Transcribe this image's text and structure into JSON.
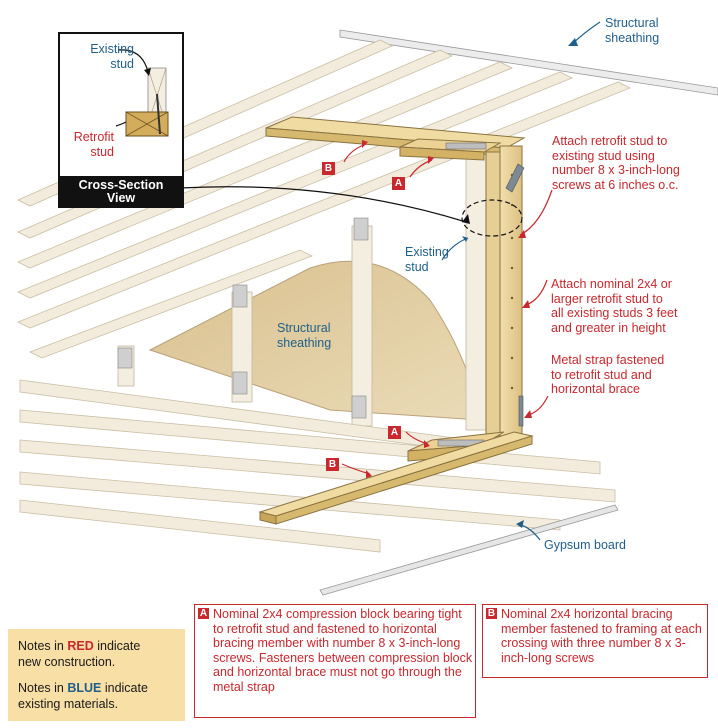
{
  "labels": {
    "structural_sheathing_top": "Structural\nsheathing",
    "existing_stud_inset": "Existing\nstud",
    "retrofit_stud_inset": "Retrofit\nstud",
    "cross_section_title": "Cross-Section\nView",
    "attach_retrofit_note": "Attach retrofit stud to\nexisting stud using\nnumber 8 x 3-inch-long\nscrews at 6 inches o.c.",
    "existing_stud_main": "Existing\nstud",
    "attach_nominal_note": "Attach nominal 2x4 or\nlarger retrofit stud to\nall existing studs 3 feet\nand greater in height",
    "structural_sheathing_mid": "Structural\nsheathing",
    "metal_strap_note": "Metal strap fastened\nto retrofit stud and\nhorizontal brace",
    "gypsum_board": "Gypsum board",
    "tag_a": "A",
    "tag_b": "B"
  },
  "notes": {
    "a_letter": "A",
    "a_text": "Nominal 2x4 compression block bearing tight to retrofit stud and fastened to horizontal bracing member with number 8 x 3-inch-long screws. Fasteners between compression block and horizontal brace must not go through the metal strap",
    "b_letter": "B",
    "b_text": "Nominal 2x4 horizontal bracing member fastened to framing at each crossing with three number 8 x 3-inch-long screws"
  },
  "legend": {
    "line1_pre": "Notes in ",
    "line1_key": "RED",
    "line1_post": " indicate",
    "line2": "new construction.",
    "line3_pre": "Notes in ",
    "line3_key": "BLUE",
    "line3_post": " indicate",
    "line4": "existing materials."
  },
  "colors": {
    "red": "#c8282e",
    "blue": "#1f5f8b",
    "legend_bg": "#f7dfa6",
    "lumber": "#e9d29a",
    "framing": "#f1ead9"
  }
}
